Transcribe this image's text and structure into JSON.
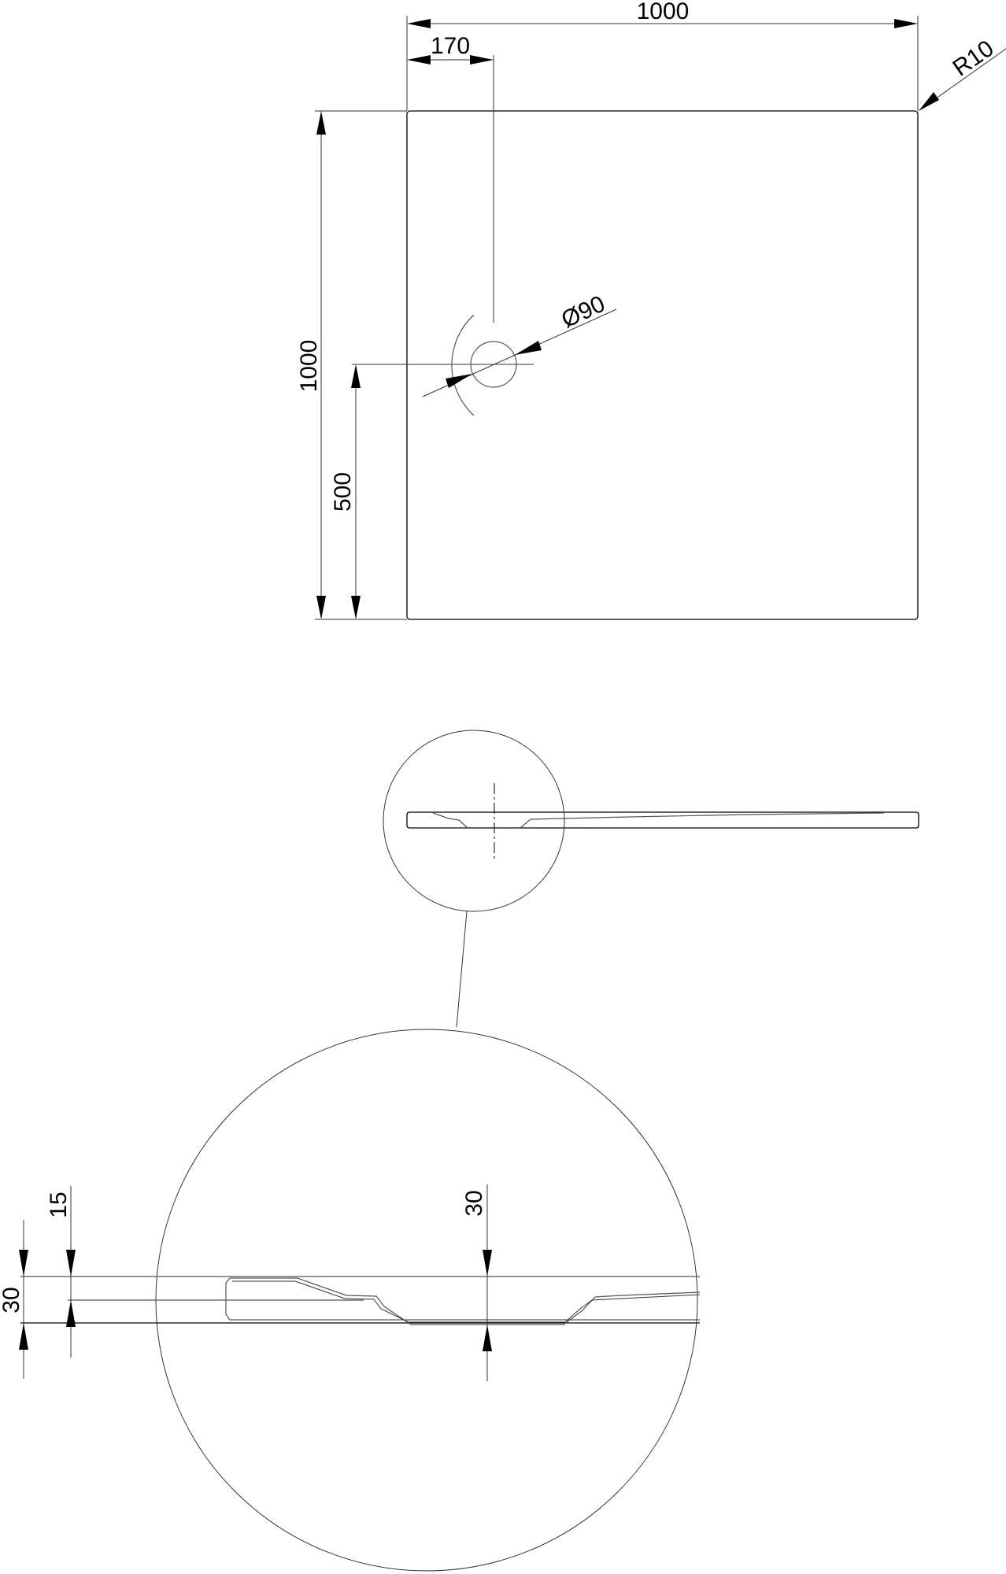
{
  "drawing": {
    "plan_view": {
      "width_label": "1000",
      "drain_offset_x_label": "170",
      "depth_label": "1000",
      "drain_offset_y_label": "500",
      "drain_diameter_label": "Ø90",
      "corner_radius_label": "R10"
    },
    "detail_view": {
      "total_height_label": "30",
      "rim_height_label": "15",
      "drain_depth_label": "30"
    },
    "line_color": "#000000",
    "background_color": "#ffffff"
  }
}
